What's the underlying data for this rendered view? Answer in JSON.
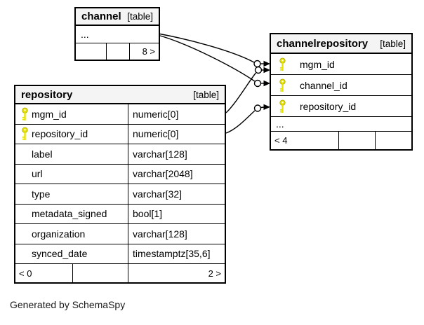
{
  "caption": "Generated by SchemaSpy",
  "colors": {
    "border": "#000000",
    "header_bg": "#f4f4f4",
    "key_yellow": "#e6e300",
    "key_outline": "#a8a400",
    "background": "#ffffff"
  },
  "tables": {
    "channel": {
      "name": "channel",
      "kind": "[table]",
      "ellipsis": "...",
      "degree": {
        "left": "",
        "mid": "",
        "right": "8 >"
      }
    },
    "channelrepository": {
      "name": "channelrepository",
      "kind": "[table]",
      "columns": [
        {
          "name": "mgm_id",
          "key": true
        },
        {
          "name": "channel_id",
          "key": true
        },
        {
          "name": "repository_id",
          "key": true
        }
      ],
      "ellipsis": "...",
      "degree": {
        "left": "< 4",
        "mid": "",
        "right": ""
      }
    },
    "repository": {
      "name": "repository",
      "kind": "[table]",
      "columns": [
        {
          "name": "mgm_id",
          "type": "numeric[0]",
          "key": true
        },
        {
          "name": "repository_id",
          "type": "numeric[0]",
          "key": true
        },
        {
          "name": "label",
          "type": "varchar[128]",
          "key": false
        },
        {
          "name": "url",
          "type": "varchar[2048]",
          "key": false
        },
        {
          "name": "type",
          "type": "varchar[32]",
          "key": false
        },
        {
          "name": "metadata_signed",
          "type": "bool[1]",
          "key": false
        },
        {
          "name": "organization",
          "type": "varchar[128]",
          "key": false
        },
        {
          "name": "synced_date",
          "type": "timestamptz[35,6]",
          "key": false
        }
      ],
      "degree": {
        "left": "< 0",
        "mid": "",
        "right": "2 >"
      }
    }
  },
  "relationships": [
    {
      "from": "channel",
      "to": "channelrepository.mgm_id"
    },
    {
      "from": "channel",
      "to": "channelrepository.channel_id"
    },
    {
      "from": "repository.mgm_id",
      "to": "channelrepository.mgm_id"
    },
    {
      "from": "repository.repository_id",
      "to": "channelrepository.repository_id"
    }
  ]
}
